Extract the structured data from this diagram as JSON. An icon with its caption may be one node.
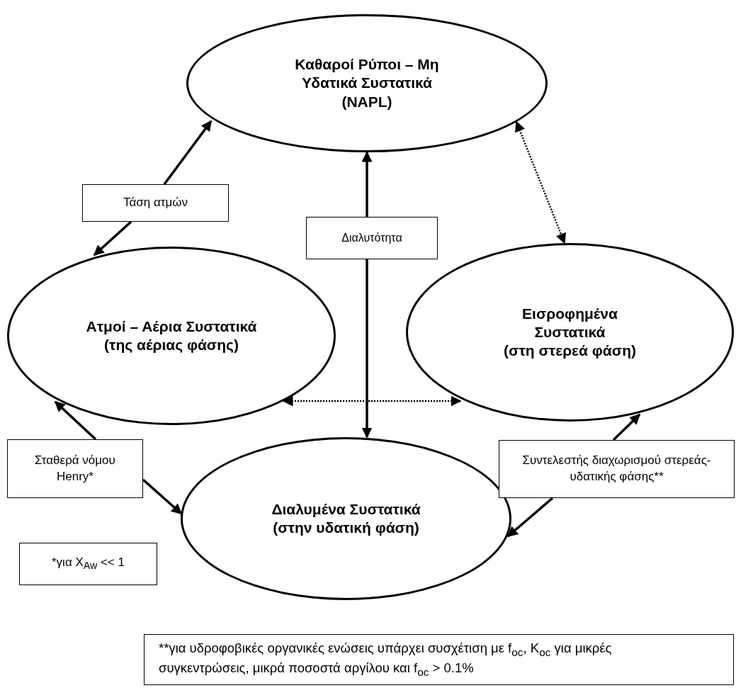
{
  "diagram": {
    "nodes": [
      {
        "text": [
          "Καθαροί Ρύποι – Μη Υδατικά Συστατικά",
          "(NAPL)"
        ]
      },
      {
        "text": [
          "Ατμοί – Αέρια Συστατικά",
          "(της αέριας φάσης)"
        ]
      },
      {
        "text": [
          "Εισροφημένα Συστατικά",
          "(στη στερεά φάση)"
        ]
      },
      {
        "text": [
          "Διαλυμένα Συστατικά",
          "(στην υδατική φάση)"
        ]
      },
      {
        "text": [
          "Τάση ατμών"
        ]
      },
      {
        "text": [
          "Διαλυτότητα"
        ]
      },
      {
        "text": [
          "Σταθερά νόμου Henry*"
        ]
      },
      {
        "text": [
          "Συντελεστής διαχωρισμού στερεάς-υδατικής φάσης**"
        ]
      },
      {
        "text": [
          "*για X$_{Aw}$ << 1"
        ]
      },
      {
        "text": [
          "**για υδροφοβικές οργανικές ενώσεις υπάρχει συσχέτιση με f$_{oc}$, K$_{oc}$ για μικρές συγκεντρώσεις, μικρά ποσοστά αργίλου και f$_{oc}$ > 0.1%"
        ]
      }
    ],
    "edges": [
      {
        "from": 4,
        "to": 0,
        "arrow": "to"
      },
      {
        "from": 4,
        "to": 1,
        "arrow": "to"
      },
      {
        "from": 5,
        "to": 0,
        "arrow": "to"
      },
      {
        "from": 5,
        "to": 3,
        "arrow": "to"
      },
      {
        "from": 0,
        "to": 2,
        "arrow": "both",
        "style": "dashed"
      },
      {
        "from": 1,
        "to": 2,
        "arrow": "both",
        "style": "dashed"
      },
      {
        "from": 6,
        "to": 1,
        "arrow": "to"
      },
      {
        "from": 6,
        "to": 3,
        "arrow": "to"
      },
      {
        "from": 7,
        "to": 2,
        "arrow": "to"
      },
      {
        "from": 7,
        "to": 3,
        "arrow": "to"
      }
    ]
  }
}
